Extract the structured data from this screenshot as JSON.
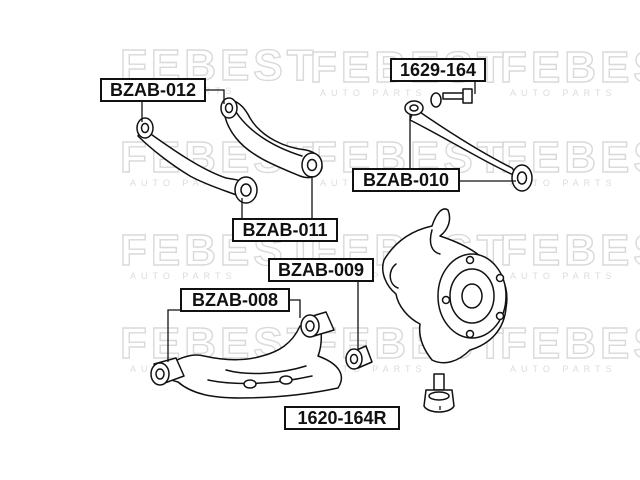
{
  "watermark": {
    "brand": "FEBEST",
    "tagline": "AUTO PARTS"
  },
  "part_labels": [
    {
      "id": "bzab-012",
      "text": "BZAB-012"
    },
    {
      "id": "1629-164",
      "text": "1629-164"
    },
    {
      "id": "bzab-010",
      "text": "BZAB-010"
    },
    {
      "id": "bzab-011",
      "text": "BZAB-011"
    },
    {
      "id": "bzab-009",
      "text": "BZAB-009"
    },
    {
      "id": "bzab-008",
      "text": "BZAB-008"
    },
    {
      "id": "1620-164r",
      "text": "1620-164R"
    }
  ],
  "colors": {
    "line": "#111111",
    "watermark": "#d9d9d9",
    "background": "#ffffff"
  }
}
